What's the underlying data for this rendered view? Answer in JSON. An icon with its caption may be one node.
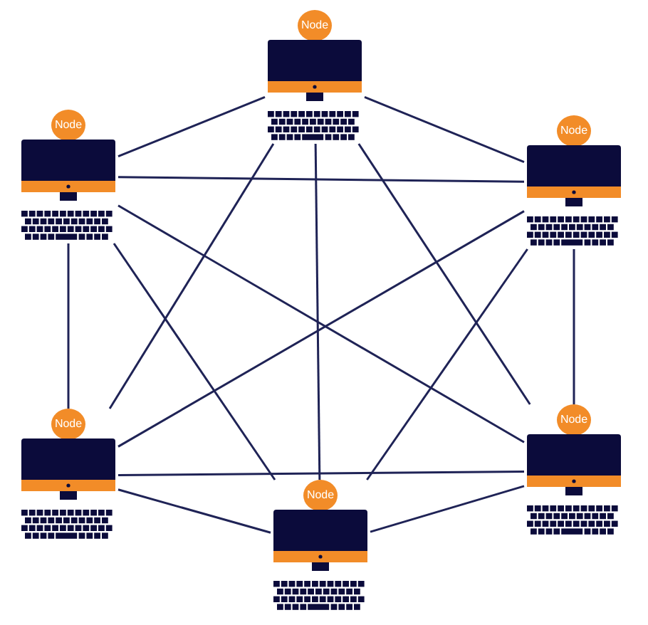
{
  "diagram": {
    "nodes": [
      {
        "text": [
          "Node"
        ]
      },
      {
        "text": [
          "Node"
        ]
      },
      {
        "text": [
          "Node"
        ]
      },
      {
        "text": [
          "Node"
        ]
      },
      {
        "text": [
          "Node"
        ]
      },
      {
        "text": [
          "Node"
        ]
      }
    ],
    "edges": [
      {
        "from": 0,
        "to": 1,
        "arrow": "none"
      },
      {
        "from": 0,
        "to": 2,
        "arrow": "none"
      },
      {
        "from": 0,
        "to": 3,
        "arrow": "none"
      },
      {
        "from": 0,
        "to": 4,
        "arrow": "none"
      },
      {
        "from": 0,
        "to": 5,
        "arrow": "none"
      },
      {
        "from": 1,
        "to": 2,
        "arrow": "none"
      },
      {
        "from": 1,
        "to": 3,
        "arrow": "none"
      },
      {
        "from": 1,
        "to": 4,
        "arrow": "none"
      },
      {
        "from": 1,
        "to": 5,
        "arrow": "none"
      },
      {
        "from": 2,
        "to": 3,
        "arrow": "none"
      },
      {
        "from": 2,
        "to": 4,
        "arrow": "none"
      },
      {
        "from": 2,
        "to": 5,
        "arrow": "none"
      },
      {
        "from": 3,
        "to": 4,
        "arrow": "none"
      },
      {
        "from": 3,
        "to": 5,
        "arrow": "none"
      },
      {
        "from": 4,
        "to": 5,
        "arrow": "none"
      }
    ]
  }
}
